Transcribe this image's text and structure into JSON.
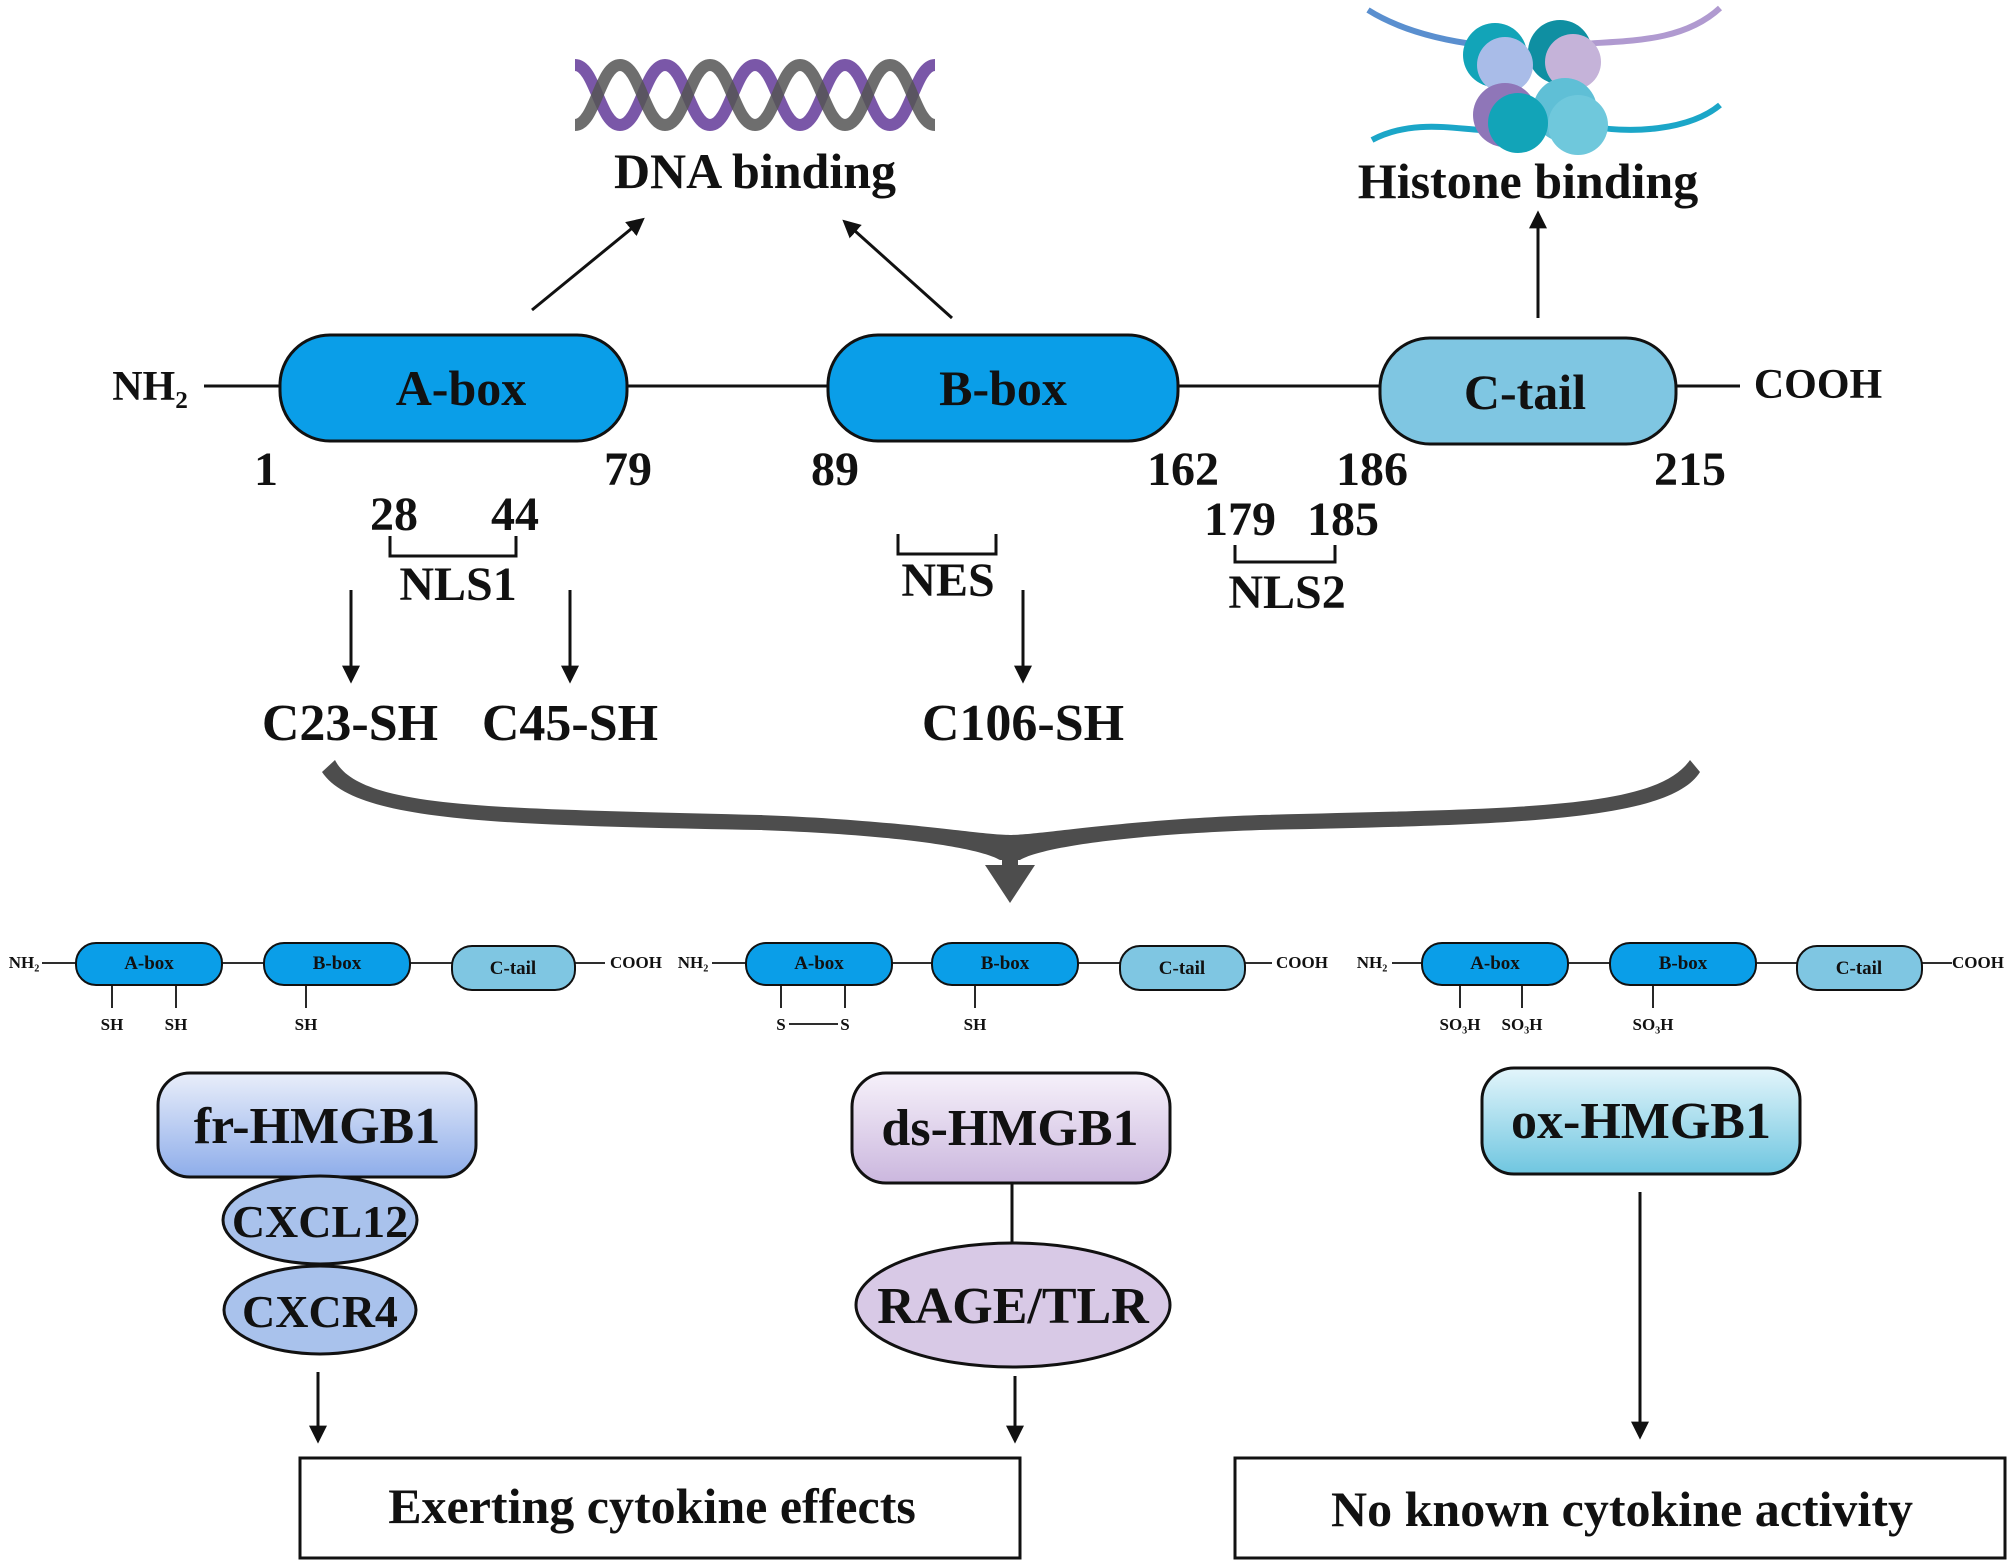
{
  "colors": {
    "domain_blue": "#0a9ee8",
    "ctail_blue": "#7fc6e2",
    "fr_blue": "#a9c2ec",
    "ds_purple": "#d8c9e6",
    "ox_cyan": "#8fd2e6",
    "brace_gray": "#4d4d4d",
    "dna_purple": "#7a57a8",
    "histone_teal": "#12a4b8",
    "histone_lilac": "#c5b3d9"
  },
  "top_labels": {
    "dna": "DNA binding",
    "histone": "Histone binding"
  },
  "main": {
    "nh2": "NH₂",
    "cooh": "COOH",
    "abox": "A-box",
    "bbox": "B-box",
    "ctail": "C-tail",
    "pos": {
      "p1": "1",
      "p79": "79",
      "p89": "89",
      "p162": "162",
      "p186": "186",
      "p215": "215"
    },
    "nls1": {
      "start": "28",
      "end": "44",
      "label": "NLS1"
    },
    "nes": {
      "label": "NES"
    },
    "nls2": {
      "start": "179",
      "end": "185",
      "label": "NLS2"
    },
    "cys": {
      "c23": "C23-SH",
      "c45": "C45-SH",
      "c106": "C106-SH"
    }
  },
  "variants": [
    {
      "nh2": "NH₂",
      "abox": "A-box",
      "bbox": "B-box",
      "ctail": "C-tail",
      "cooh": "COOH",
      "group": [
        "SH",
        "SH",
        "SH"
      ],
      "name": "fr-HMGB1",
      "partners": [
        "CXCL12",
        "CXCR4"
      ]
    },
    {
      "nh2": "NH₂",
      "abox": "A-box",
      "bbox": "B-box",
      "ctail": "C-tail",
      "cooh": "COOH",
      "group": [
        "S",
        "S",
        "SH"
      ],
      "name": "ds-HMGB1",
      "partners": [
        "RAGE/TLR"
      ]
    },
    {
      "nh2": "NH₂",
      "abox": "A-box",
      "bbox": "B-box",
      "ctail": "C-tail",
      "cooh": "COOH",
      "group": [
        "SO₃H",
        "SO₃H",
        "SO₃H"
      ],
      "name": "ox-HMGB1",
      "partners": []
    }
  ],
  "outcomes": {
    "cytokine": "Exerting cytokine effects",
    "none": "No known cytokine activity"
  }
}
